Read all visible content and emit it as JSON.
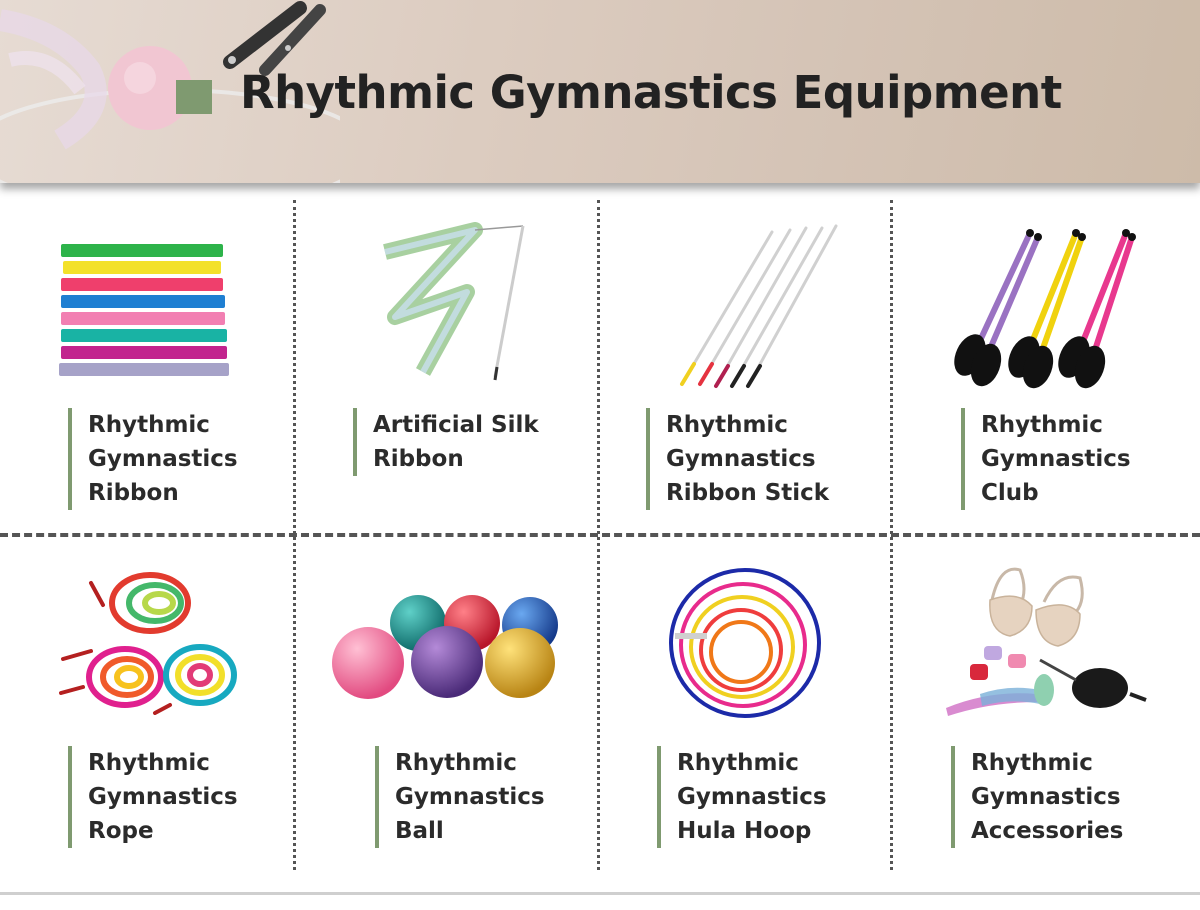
{
  "header": {
    "title": "Rhythmic Gymnastics Equipment",
    "accent_color": "#7f9a70",
    "background_icon": "gymnastics-ball-clubs-hoop-ribbon-photo"
  },
  "products": [
    {
      "lines": [
        "Rhythmic",
        "Gymnastics",
        "Ribbon"
      ],
      "icon": "ribbons-icon"
    },
    {
      "lines": [
        "Artificial Silk",
        "Ribbon"
      ],
      "icon": "silk-ribbon-icon"
    },
    {
      "lines": [
        "Rhythmic",
        "Gymnastics",
        "Ribbon Stick"
      ],
      "icon": "ribbon-stick-icon"
    },
    {
      "lines": [
        "Rhythmic",
        "Gymnastics",
        "Club"
      ],
      "icon": "clubs-icon"
    },
    {
      "lines": [
        "Rhythmic",
        "Gymnastics",
        "Rope"
      ],
      "icon": "rope-icon"
    },
    {
      "lines": [
        "Rhythmic",
        "Gymnastics",
        "Ball"
      ],
      "icon": "balls-icon"
    },
    {
      "lines": [
        "Rhythmic",
        "Gymnastics",
        "Hula Hoop"
      ],
      "icon": "hula-hoop-icon"
    },
    {
      "lines": [
        "Rhythmic",
        "Gymnastics",
        "Accessories"
      ],
      "icon": "accessories-icon"
    }
  ]
}
